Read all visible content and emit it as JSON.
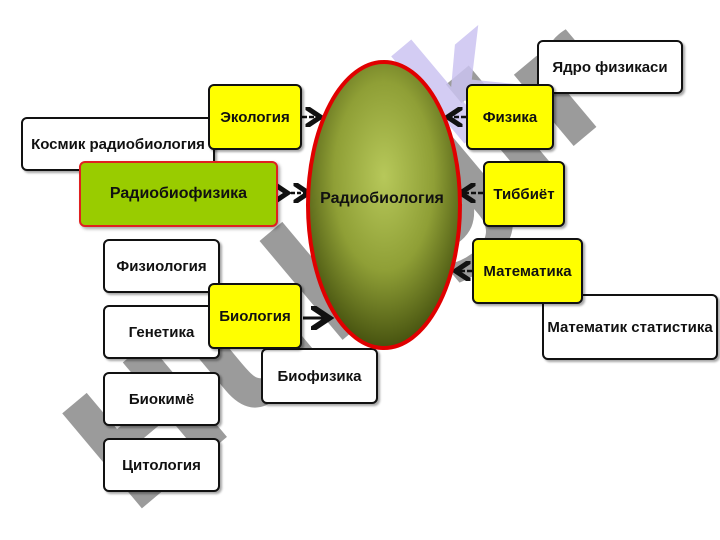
{
  "watermark": {
    "colors": [
      "#7c7cd0",
      "#ffffff"
    ]
  },
  "center": {
    "label": "Радиобиология",
    "fill_outer": "#3f4a12",
    "fill_inner": "#a6b84a",
    "border": "#e00000"
  },
  "nodes": {
    "yadro_fizikasi": "Ядро физикаси",
    "fizika": "Физика",
    "tibbiyot": "Тиббиёт",
    "matematika": "Математика",
    "matematik_statistika": "Математик статистика",
    "ekologiya": "Экология",
    "kosmik_radiobiologiya": "Космик радиобиология",
    "radiobiofizika": "Радиобиофизика",
    "fiziologiya": "Физиология",
    "genetika": "Генетика",
    "biologiya": "Биология",
    "biofizika": "Биофизика",
    "biokime": "Биокимё",
    "sitologiya": "Цитология"
  },
  "colors": {
    "yellow": "#ffff00",
    "green": "#99cc00",
    "green_border": "#e02020"
  }
}
